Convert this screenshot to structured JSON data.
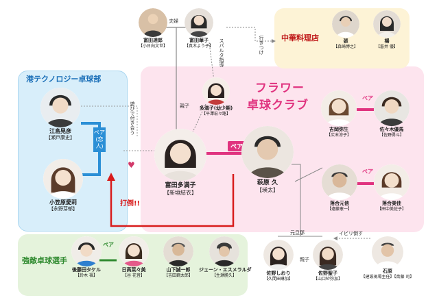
{
  "groups": {
    "flower_club": {
      "title_line1": "フラワー",
      "title_line2": "卓球クラブ"
    },
    "tech_club": {
      "title": "港テクノロジー卓球部"
    },
    "china_restaurant": {
      "title": "中華料理店"
    },
    "rivals": {
      "title": "強敵卓球選手"
    }
  },
  "people": [
    {
      "id": "tomita-tatsuo",
      "name": "富田達郎",
      "actor": "【小日向文世】"
    },
    {
      "id": "tomita-hanako",
      "name": "富田華子",
      "actor": "【真木よう子】"
    },
    {
      "id": "cho",
      "name": "張",
      "actor": "【森崎博之】"
    },
    {
      "id": "yang",
      "name": "楊",
      "actor": "【蒼井 優】"
    },
    {
      "id": "taki-child",
      "name": "多満子(幼少期)",
      "actor": "【平澤宏々路】"
    },
    {
      "id": "ejima",
      "name": "江島晃彦",
      "actor": "【瀬戸康史】"
    },
    {
      "id": "obara",
      "name": "小笠原愛莉",
      "actor": "【永野芽郁】"
    },
    {
      "id": "tomita-takiko",
      "name": "富田多満子",
      "actor": "【新垣結衣】"
    },
    {
      "id": "hagiwara",
      "name": "萩原 久",
      "actor": "【瑛太】"
    },
    {
      "id": "yoshioka",
      "name": "吉岡弥生",
      "actor": "【広末涼子】"
    },
    {
      "id": "sasaki",
      "name": "佐々木優馬",
      "actor": "【佐野勇斗】"
    },
    {
      "id": "ochiai-motonobu",
      "name": "落合元信",
      "actor": "【遠藤憲一】"
    },
    {
      "id": "ochiai-miyoshi",
      "name": "落合美佳",
      "actor": "【田中美佐子】"
    },
    {
      "id": "gotou",
      "name": "後藤田タケル",
      "actor": "【鈴木 福】"
    },
    {
      "id": "hidaka",
      "name": "日高菜々美",
      "actor": "【谷 花音】"
    },
    {
      "id": "yamashita",
      "name": "山下誠一郎",
      "actor": "【吉田鋼太郎】"
    },
    {
      "id": "jane",
      "name": "ジェーン・エスメラルダ",
      "actor": "【生瀬勝久】"
    },
    {
      "id": "sano-shiori",
      "name": "佐野しおり",
      "actor": "【久間田琳加】"
    },
    {
      "id": "sano-kanako",
      "name": "佐野聖子",
      "actor": "【山口紗弥加】"
    },
    {
      "id": "ishihara",
      "name": "石原",
      "actor": "【建設現場主任】【斎藤 司】"
    }
  ],
  "relations": {
    "spouses": "夫婦",
    "sparta": "スパルタ指導",
    "regular": "行きつけ",
    "parent_child_top": "親子",
    "dating": "遊びで付き合う",
    "pair": "ペア",
    "lovers": "ペア (恋人)",
    "defeat": "打倒!!",
    "ex_husband": "元旦那",
    "parent_child_bottom": "親子",
    "bully": "イビリ倒す"
  }
}
